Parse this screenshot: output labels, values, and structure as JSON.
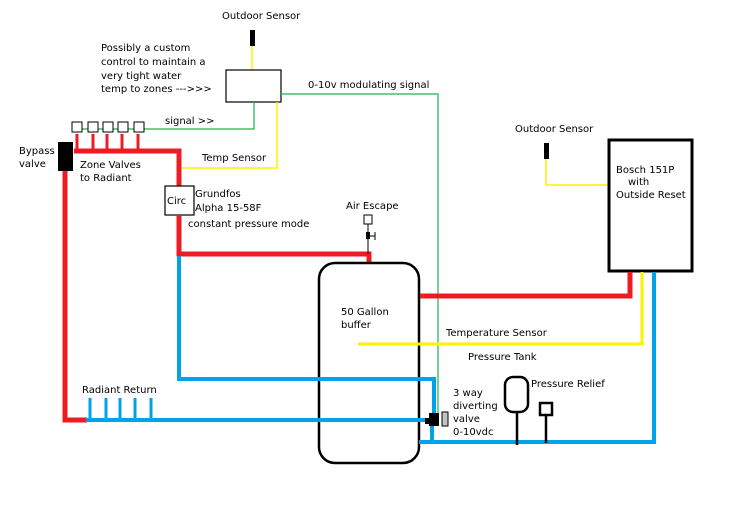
{
  "diagram": {
    "title": "",
    "colors": {
      "supply_pipe": "#ed1c24",
      "return_pipe": "#00a2e8",
      "sensor_wire": "#fff200",
      "control_signal": "#22b14c",
      "component_outline": "#000000",
      "valve_actuator": "#c3c3c3"
    },
    "labels": {
      "outdoor_sensor_top": "Outdoor Sensor",
      "custom_control_note": [
        "Possibly a custom",
        "control to maintain a",
        "very tight water",
        "temp to zones --->>>"
      ],
      "modulating_signal": "0-10v modulating signal",
      "signal": "signal >>",
      "bypass_valve": [
        "Bypass",
        "valve"
      ],
      "zone_valves": [
        "Zone Valves",
        "to Radiant"
      ],
      "temp_sensor": "Temp Sensor",
      "circ": "Circ",
      "grundfos": [
        "Grundfos",
        "Alpha 15-58F"
      ],
      "constant_pressure": "constant pressure mode",
      "air_escape": "Air Escape",
      "outdoor_sensor_right": "Outdoor Sensor",
      "boiler": [
        "Bosch 151P",
        "with",
        "Outside Reset"
      ],
      "buffer": [
        "50 Gallon",
        "buffer"
      ],
      "temperature_sensor": "Temperature Sensor",
      "pressure_tank": "Pressure Tank",
      "pressure_relief": "Pressure Relief",
      "diverting_valve": [
        "3 way",
        "diverting",
        "valve",
        "0-10vdc"
      ],
      "radiant_return": "Radiant Return"
    },
    "zone_valve_count": 5,
    "radiant_return_branch_count": 5
  }
}
